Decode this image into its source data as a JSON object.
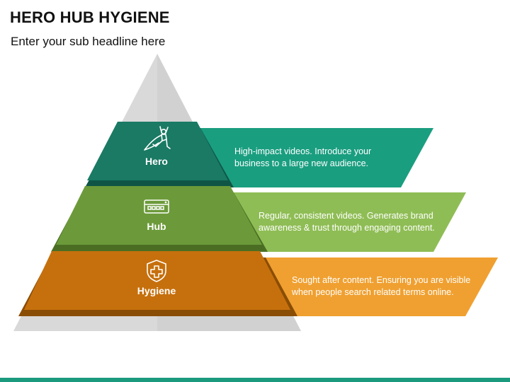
{
  "title": "HERO HUB HYGIENE",
  "subtitle": "Enter your sub headline here",
  "colors": {
    "pyramid_base": "#d9d9d9",
    "pyramid_side": "#b5b5b5",
    "hero": "#1a7a64",
    "hero_banner": "#1a9e80",
    "hub": "#6c9a3a",
    "hub_banner": "#8fbd55",
    "hygiene": "#c6700d",
    "hygiene_banner": "#f0a030",
    "accent_bar": "#1b9a7e"
  },
  "levels": [
    {
      "label": "Hero",
      "icon": "superhero-icon",
      "description": [
        "High-impact videos. Introduce your",
        "business to a large new audience."
      ]
    },
    {
      "label": "Hub",
      "icon": "router-hub-icon",
      "description": [
        "Regular, consistent videos. Generates brand",
        "awareness & trust through engaging content."
      ]
    },
    {
      "label": "Hygiene",
      "icon": "shield-cross-icon",
      "description": [
        "Sought after content. Ensuring you are visible",
        "when people search related terms online."
      ]
    }
  ]
}
